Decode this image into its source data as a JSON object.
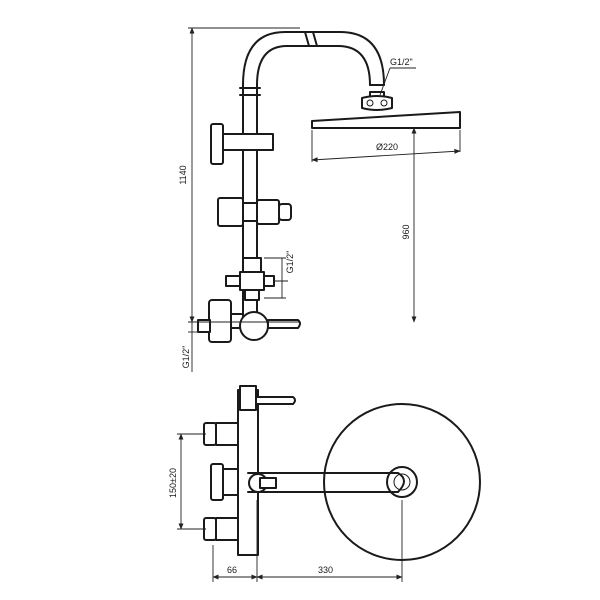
{
  "drawing": {
    "side_view": {
      "dims": {
        "total_height": "1140",
        "shower_head_height": "960",
        "head_diameter": "Ø220",
        "thread_top": "G1/2\"",
        "thread_mid": "G1/2\"",
        "thread_bottom": "G1/2\""
      }
    },
    "front_view": {
      "dims": {
        "inlet_spacing": "150±20",
        "offset": "66",
        "arm_reach": "330"
      }
    }
  }
}
